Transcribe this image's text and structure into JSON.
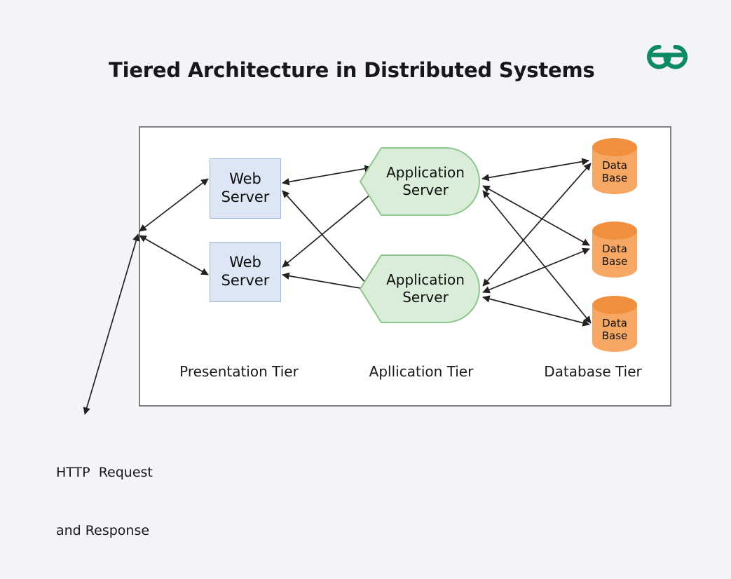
{
  "page": {
    "title": "Tiered Architecture in Distributed Systems",
    "background_color": "#f3f4f7"
  },
  "brand": {
    "name": "geeksforgeeks-logo",
    "color": "#0e8a62"
  },
  "diagram": {
    "frame": {
      "border_color": "#808285",
      "fill": "#ffffff"
    },
    "presentation_tier": {
      "caption": "Presentation Tier",
      "node_fill": "#dce6f5",
      "node_border": "#9db8d8",
      "nodes": [
        {
          "line1": "Web",
          "line2": "Server"
        },
        {
          "line1": "Web",
          "line2": "Server"
        }
      ]
    },
    "application_tier": {
      "caption": "Apllication Tier",
      "node_fill": "#d9edd9",
      "node_border": "#8cc68c",
      "nodes": [
        {
          "line1": "Application",
          "line2": "Server"
        },
        {
          "line1": "Application",
          "line2": "Server"
        }
      ]
    },
    "database_tier": {
      "caption": "Database Tier",
      "node_body_fill": "#f7a764",
      "node_top_fill": "#f0903e",
      "nodes": [
        {
          "line1": "Data",
          "line2": "Base"
        },
        {
          "line1": "Data",
          "line2": "Base"
        },
        {
          "line1": "Data",
          "line2": "Base"
        }
      ]
    },
    "connector_color": "#222222",
    "entry_note": {
      "line1": "HTTP  Request",
      "line2": "and Response"
    }
  }
}
